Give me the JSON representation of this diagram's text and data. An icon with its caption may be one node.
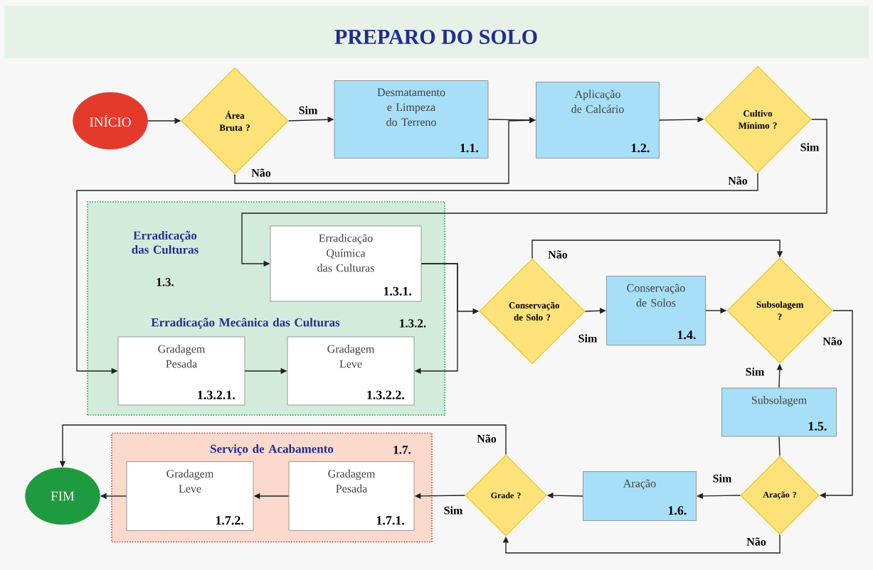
{
  "diagram": {
    "title": "PREPARO DO SOLO",
    "nodes": [
      {
        "text": [
          "INÍCIO"
        ]
      },
      {
        "text": [
          "Área Bruta ?"
        ]
      },
      {
        "text": [
          "Desmatamento e Limpeza do Terreno",
          "1.1."
        ]
      },
      {
        "text": [
          "Aplicação de Calcário",
          "1.2."
        ]
      },
      {
        "text": [
          "Cultivo Mínimo ?"
        ]
      },
      {
        "text": [
          "Erradicação das Culturas",
          "1.3.",
          "Erradicação Mecânica das Culturas",
          "1.3.2."
        ]
      },
      {
        "text": [
          "Erradicação Química das Culturas",
          "1.3.1."
        ],
        "in": 5
      },
      {
        "text": [
          "Gradagem Pesada",
          "1.3.2.1."
        ],
        "in": 5
      },
      {
        "text": [
          "Gradagem Leve",
          "1.3.2.2."
        ],
        "in": 5
      },
      {
        "text": [
          "Conservação de Solo ?"
        ]
      },
      {
        "text": [
          "Conservação de Solos",
          "1.4."
        ]
      },
      {
        "text": [
          "Subsolagem ?"
        ]
      },
      {
        "text": [
          "Subsolagem",
          "1.5."
        ]
      },
      {
        "text": [
          "Aração ?"
        ]
      },
      {
        "text": [
          "Aração",
          "1.6."
        ]
      },
      {
        "text": [
          "Grade ?"
        ]
      },
      {
        "text": [
          "Serviço de Acabamento",
          "1.7."
        ]
      },
      {
        "text": [
          "Gradagem Pesada",
          "1.7.1."
        ],
        "in": 16
      },
      {
        "text": [
          "Gradagem Leve",
          "1.7.2."
        ],
        "in": 16
      },
      {
        "text": [
          "FIM"
        ]
      }
    ],
    "edges": [
      {
        "from": 0,
        "to": 1,
        "arrow": "to"
      },
      {
        "from": 1,
        "to": 2,
        "arrow": "to",
        "label": "Sim"
      },
      {
        "from": 1,
        "to": 3,
        "arrow": "to",
        "label": "Não"
      },
      {
        "from": 2,
        "to": 3,
        "arrow": "to"
      },
      {
        "from": 3,
        "to": 4,
        "arrow": "to"
      },
      {
        "from": 4,
        "to": 6,
        "arrow": "to",
        "label": "Sim"
      },
      {
        "from": 4,
        "to": 7,
        "arrow": "to",
        "label": "Não"
      },
      {
        "from": 7,
        "to": 8,
        "arrow": "to"
      },
      {
        "from": 6,
        "to": 8,
        "arrow": "to"
      },
      {
        "from": 6,
        "to": 9,
        "arrow": "to"
      },
      {
        "from": 9,
        "to": 10,
        "arrow": "to",
        "label": "Sim"
      },
      {
        "from": 9,
        "to": 11,
        "arrow": "to",
        "label": "Não"
      },
      {
        "from": 10,
        "to": 11,
        "arrow": "to"
      },
      {
        "from": 11,
        "to": 13,
        "arrow": "to",
        "label": "Não"
      },
      {
        "from": 13,
        "to": 14,
        "arrow": "to",
        "label": "Sim"
      },
      {
        "from": 13,
        "to": 12,
        "arrow": "none"
      },
      {
        "from": 12,
        "to": 11,
        "arrow": "to",
        "label": "Sim"
      },
      {
        "from": 13,
        "to": 15,
        "arrow": "to",
        "label": "Não"
      },
      {
        "from": 14,
        "to": 15,
        "arrow": "to"
      },
      {
        "from": 15,
        "to": 17,
        "arrow": "to",
        "label": "Sim"
      },
      {
        "from": 15,
        "to": 19,
        "arrow": "to",
        "label": "Não"
      },
      {
        "from": 17,
        "to": 18,
        "arrow": "to"
      },
      {
        "from": 18,
        "to": 19,
        "arrow": "to"
      }
    ]
  }
}
